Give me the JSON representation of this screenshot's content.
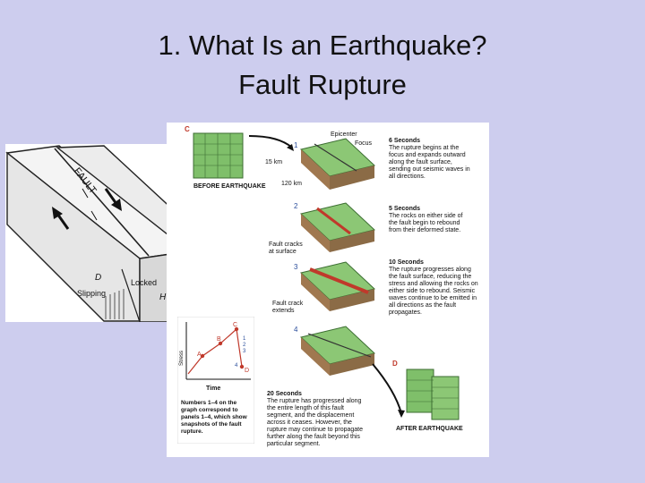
{
  "slide": {
    "title_line1": "1. What Is an Earthquake?",
    "title_line2": "Fault Rupture"
  },
  "fault_block": {
    "fault_label": "FAULT",
    "d_label": "D",
    "locked_label": "Locked",
    "slipping_label": "Slipping",
    "h_label": "H"
  },
  "panel": {
    "c_label": "C",
    "d_label": "D",
    "before_label": "BEFORE EARTHQUAKE",
    "after_label": "AFTER EARTHQUAKE",
    "epicenter_label": "Epicenter",
    "focus_label": "Focus",
    "dim_15": "15 km",
    "dim_120": "120 km",
    "step1": "1",
    "step2": "2",
    "step3": "3",
    "step4": "4",
    "fault_cracks_surface": [
      "Fault cracks",
      "at surface"
    ],
    "fault_crack_extends": [
      "Fault crack",
      "extends"
    ],
    "text_6s": [
      "6 Seconds",
      "The rupture begins at the",
      "focus and expands outward",
      "along the fault surface,",
      "sending out seismic waves in",
      "all directions."
    ],
    "text_5s": [
      "5 Seconds",
      "The rocks on either side of",
      "the fault begin to rebound",
      "from their deformed state."
    ],
    "text_10s": [
      "10 Seconds",
      "The rupture progresses along",
      "the fault surface, reducing the",
      "stress and allowing the rocks on",
      "either side to rebound. Seismic",
      "waves continue to be emitted in",
      "all directions as the fault",
      "propagates."
    ],
    "text_20s": [
      "20 Seconds",
      "The rupture has progressed along",
      "the entire length of this fault",
      "segment, and the displacement",
      "across it ceases. However, the",
      "rupture may continue to propagate",
      "further along the fault beyond this",
      "particular segment."
    ]
  },
  "graph": {
    "y_label": "Stress",
    "x_label": "Time",
    "points": [
      "A",
      "B",
      "C",
      "D"
    ],
    "ticks": [
      "1",
      "2",
      "3",
      "4"
    ],
    "caption": [
      "Numbers 1–4 on the",
      "graph correspond to",
      "panels 1–4, which show",
      "snapshots of the fault",
      "rupture."
    ]
  }
}
